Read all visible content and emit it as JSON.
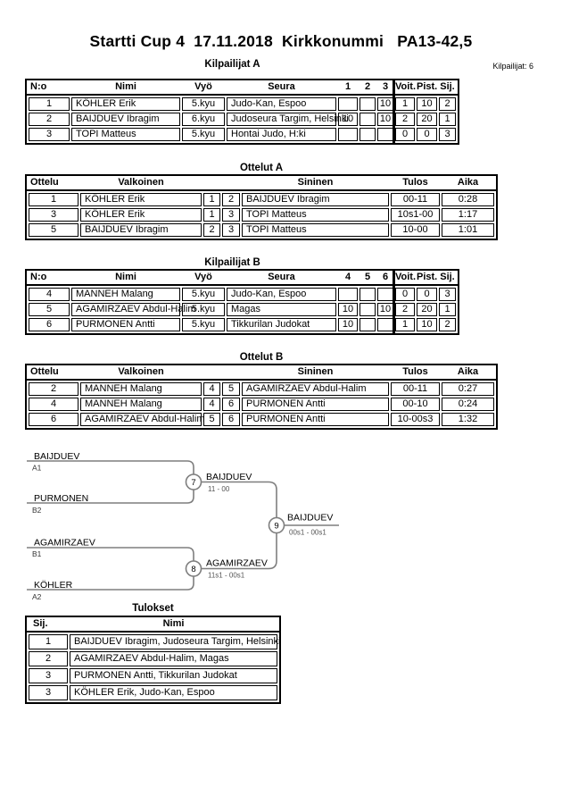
{
  "header": {
    "title": "Startti Cup 4  17.11.2018  Kirkkonummi   PA13-42,5",
    "competitors_label": "Kilpailijat: 6"
  },
  "tables": {
    "kilpailijatA": {
      "title": "Kilpailijat A",
      "headers": [
        "N:o",
        "Nimi",
        "Vyö",
        "Seura",
        "1",
        "2",
        "3",
        "Voit.",
        "Pist.",
        "Sij."
      ],
      "rows": [
        [
          "1",
          "KÖHLER Erik",
          "5.kyu",
          "Judo-Kan, Espoo",
          "",
          "",
          "10",
          "1",
          "10",
          "2"
        ],
        [
          "2",
          "BAIJDUEV Ibragim",
          "6.kyu",
          "Judoseura Targim, Helsinki",
          "10",
          "",
          "10",
          "2",
          "20",
          "1"
        ],
        [
          "3",
          "TOPI Matteus",
          "5.kyu",
          "Hontai Judo, H:ki",
          "",
          "",
          "",
          "0",
          "0",
          "3"
        ]
      ]
    },
    "ottelutA": {
      "title": "Ottelut A",
      "headers": [
        "Ottelu",
        "Valkoinen",
        "",
        "",
        "Sininen",
        "Tulos",
        "Aika"
      ],
      "rows": [
        [
          "1",
          "KÖHLER Erik",
          "1",
          "2",
          "BAIJDUEV Ibragim",
          "00-11",
          "0:28"
        ],
        [
          "3",
          "KÖHLER Erik",
          "1",
          "3",
          "TOPI Matteus",
          "10s1-00",
          "1:17"
        ],
        [
          "5",
          "BAIJDUEV Ibragim",
          "2",
          "3",
          "TOPI Matteus",
          "10-00",
          "1:01"
        ]
      ]
    },
    "kilpailijatB": {
      "title": "Kilpailijat B",
      "headers": [
        "N:o",
        "Nimi",
        "Vyö",
        "Seura",
        "4",
        "5",
        "6",
        "Voit.",
        "Pist.",
        "Sij."
      ],
      "rows": [
        [
          "4",
          "MANNEH Malang",
          "5.kyu",
          "Judo-Kan, Espoo",
          "",
          "",
          "",
          "0",
          "0",
          "3"
        ],
        [
          "5",
          "AGAMIRZAEV Abdul-Halim",
          "5.kyu",
          "Magas",
          "10",
          "",
          "10",
          "2",
          "20",
          "1"
        ],
        [
          "6",
          "PURMONEN Antti",
          "5.kyu",
          "Tikkurilan Judokat",
          "10",
          "",
          "",
          "1",
          "10",
          "2"
        ]
      ]
    },
    "ottelutB": {
      "title": "Ottelut B",
      "headers": [
        "Ottelu",
        "Valkoinen",
        "",
        "",
        "Sininen",
        "Tulos",
        "Aika"
      ],
      "rows": [
        [
          "2",
          "MANNEH Malang",
          "4",
          "5",
          "AGAMIRZAEV Abdul-Halim",
          "00-11",
          "0:27"
        ],
        [
          "4",
          "MANNEH Malang",
          "4",
          "6",
          "PURMONEN Antti",
          "00-10",
          "0:24"
        ],
        [
          "6",
          "AGAMIRZAEV Abdul-Halim",
          "5",
          "6",
          "PURMONEN Antti",
          "10-00s3",
          "1:32"
        ]
      ]
    },
    "tulokset": {
      "title": "Tulokset",
      "headers": [
        "Sij.",
        "Nimi"
      ],
      "rows": [
        [
          "1",
          "BAIJDUEV Ibragim, Judoseura Targim, Helsinki"
        ],
        [
          "2",
          "AGAMIRZAEV Abdul-Halim, Magas"
        ],
        [
          "3",
          "PURMONEN Antti, Tikkurilan Judokat"
        ],
        [
          "3",
          "KÖHLER Erik, Judo-Kan, Espoo"
        ]
      ]
    }
  },
  "bracket": {
    "line_color": "#7e7e7e",
    "slots": [
      {
        "name": "BAIJDUEV",
        "seed": "A1"
      },
      {
        "name": "PURMONEN",
        "seed": "B2"
      },
      {
        "name": "AGAMIRZAEV",
        "seed": "B1"
      },
      {
        "name": "KÖHLER",
        "seed": "A2"
      }
    ],
    "matches": [
      {
        "number": "7",
        "winner": "BAIJDUEV",
        "score": "11 - 00"
      },
      {
        "number": "8",
        "winner": "AGAMIRZAEV",
        "score": "11s1 - 00s1"
      },
      {
        "number": "9",
        "winner": "BAIJDUEV",
        "score": "00s1 - 00s1"
      }
    ]
  }
}
